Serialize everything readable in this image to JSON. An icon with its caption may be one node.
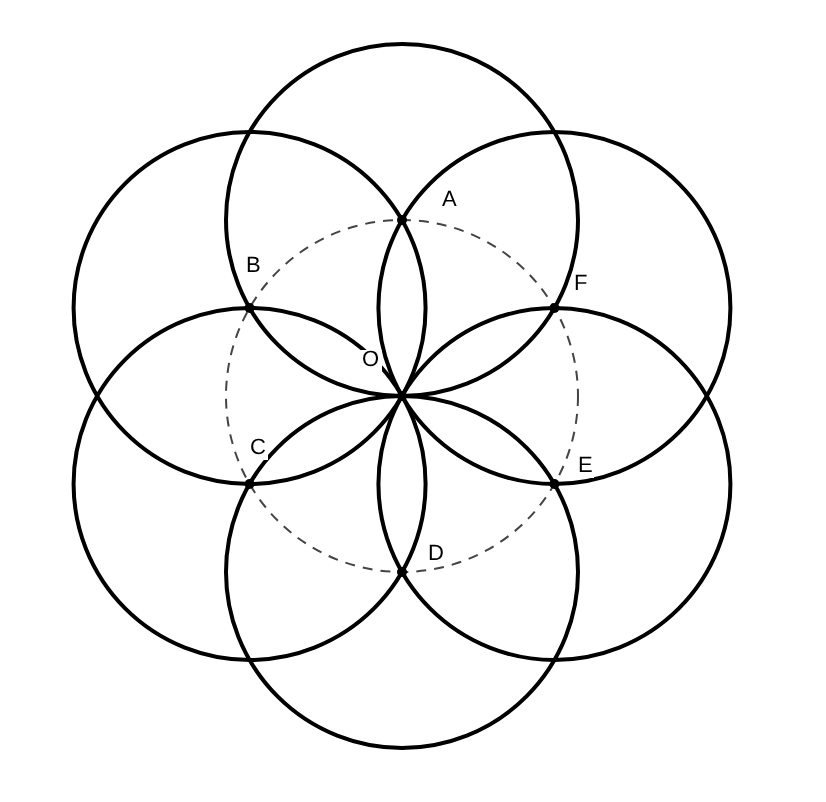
{
  "diagram": {
    "labels": [
      "A",
      "B",
      "F",
      "O",
      "C",
      "E",
      "D"
    ]
  }
}
